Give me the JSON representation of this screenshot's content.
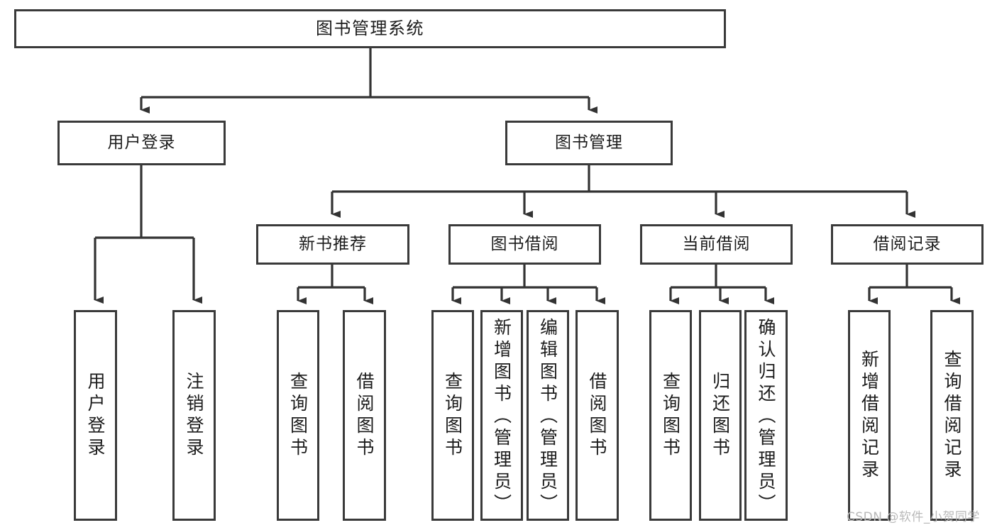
{
  "diagram": {
    "title": "图书管理系统",
    "type": "tree-hierarchy",
    "orientation": "top-down",
    "colors": {
      "box_border": "#3a3a3a",
      "box_fill": "#ffffff",
      "edge": "#333333",
      "text": "#1c1c1c",
      "watermark": "#b9b9b9",
      "background": "#ffffff"
    }
  },
  "nodes": {
    "root": {
      "label": "图书管理系统"
    },
    "level2": [
      {
        "label": "用户登录"
      },
      {
        "label": "图书管理"
      }
    ],
    "level3": [
      {
        "label": "新书推荐"
      },
      {
        "label": "图书借阅"
      },
      {
        "label": "当前借阅"
      },
      {
        "label": "借阅记录"
      }
    ],
    "leaves": {
      "user_login": [
        {
          "label": "用户登录"
        },
        {
          "label": "注销登录"
        }
      ],
      "new_book_recommend": [
        {
          "label": "查询图书"
        },
        {
          "label": "借阅图书"
        }
      ],
      "book_borrow": [
        {
          "label": "查询图书"
        },
        {
          "label": "新增图书（管理员）"
        },
        {
          "label": "编辑图书（管理员）"
        },
        {
          "label": "借阅图书"
        }
      ],
      "current_borrow": [
        {
          "label": "查询图书"
        },
        {
          "label": "归还图书"
        },
        {
          "label": "确认归还（管理员）"
        }
      ],
      "borrow_record": [
        {
          "label": "新增借阅记录"
        },
        {
          "label": "查询借阅记录"
        }
      ]
    }
  },
  "watermark": {
    "text": "CSDN @软件_小贺同学"
  }
}
